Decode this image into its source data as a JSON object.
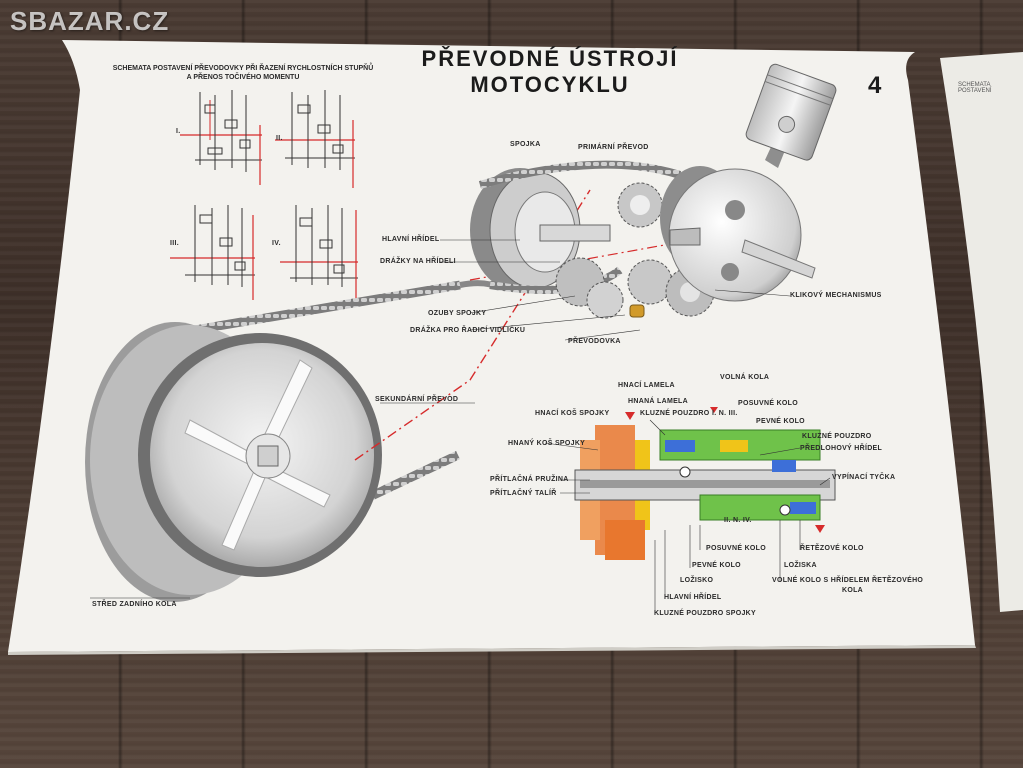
{
  "watermark": "SBAZAR.CZ",
  "poster": {
    "title_line1": "PŘEVODNÉ   ÚSTROJÍ",
    "title_line2": "MOTOCYKLU",
    "number": "4",
    "schema_title_line1": "SCHEMATA POSTAVENÍ PŘEVODOVKY PŘI ŘAZENÍ RYCHLOSTNÍCH STUPŇŮ",
    "schema_title_line2": "A PŘENOS TOČIVÉHO MOMENTU",
    "gear_labels": [
      "I.",
      "II.",
      "III.",
      "IV."
    ],
    "labels": {
      "spojka": "SPOJKA",
      "primarni_prevod": "PRIMÁRNÍ PŘEVOD",
      "hlavni_hridel": "HLAVNÍ HŘÍDEL",
      "drazky_na_hrideli": "DRÁŽKY NA HŘÍDELI",
      "ozuby_spojky": "OZUBY SPOJKY",
      "drazka_pro_radici_vidlicku": "DRÁŽKA PRO ŘADICÍ VIDLIČKU",
      "prevodovka": "PŘEVODOVKA",
      "klikovy_mechanismus": "KLIKOVÝ MECHANISMUS",
      "sekundarni_prevod": "SEKUNDÁRNÍ PŘEVOD",
      "stred_zadniho_kola": "STŘED ZADNÍHO KOLA",
      "hnaci_lamela": "HNACÍ LAMELA",
      "hnana_lamela": "HNANÁ LAMELA",
      "hnaci_kos_spojky": "HNACÍ KOŠ SPOJKY",
      "kluzne_pouzdro": "KLUZNÉ POUZDRO",
      "volna_kola": "VOLNÁ KOLA",
      "posuvne_kolo_top": "POSUVNÉ KOLO",
      "pevne_kolo_top": "PEVNÉ KOLO",
      "kluzne_pouzdro_2": "KLUZNÉ POUZDRO",
      "predlohovy_hridel": "PŘEDLOHOVÝ HŘÍDEL",
      "hnany_kos_spojky": "HNANÝ KOŠ SPOJKY",
      "vypinaci_tycka": "VYPÍNACÍ TYČKA",
      "pritlacna_pruzina": "PŘÍTLAČNÁ PRUŽINA",
      "pritlacny_talir": "PŘÍTLAČNÝ TALÍŘ",
      "posuvne_kolo_bottom": "POSUVNÉ KOLO",
      "retezove_kolo": "ŘETĚZOVÉ KOLO",
      "pevne_kolo_bottom": "PEVNÉ KOLO",
      "loziska": "LOŽISKA",
      "lozisko": "LOŽISKO",
      "volne_kolo_line1": "VOLNÉ KOLO S HŘÍDELEM ŘETĚZOVÉHO",
      "volne_kolo_line2": "KOLA",
      "hlavni_hridel_bottom": "HLAVNÍ HŘÍDEL",
      "kluzne_pouzdro_spojky": "KLUZNÉ POUZDRO SPOJKY",
      "gear_roman_top": "I. N. III.",
      "gear_roman_bottom": "II. N. IV."
    }
  },
  "right_poster_text": "SCHEMATA POSTAVENÍ",
  "colors": {
    "paper": "#f3f2ee",
    "accent_red": "#d62b2b",
    "orange_part": "#e8772e",
    "green_part": "#6fc24a",
    "yellow_part": "#f0c419",
    "blue_part": "#3d6fd8"
  },
  "icons": [
    "sprocket-icon",
    "chain-icon",
    "piston-icon",
    "crankshaft-icon",
    "rear-wheel-icon",
    "gearbox-section-icon"
  ]
}
